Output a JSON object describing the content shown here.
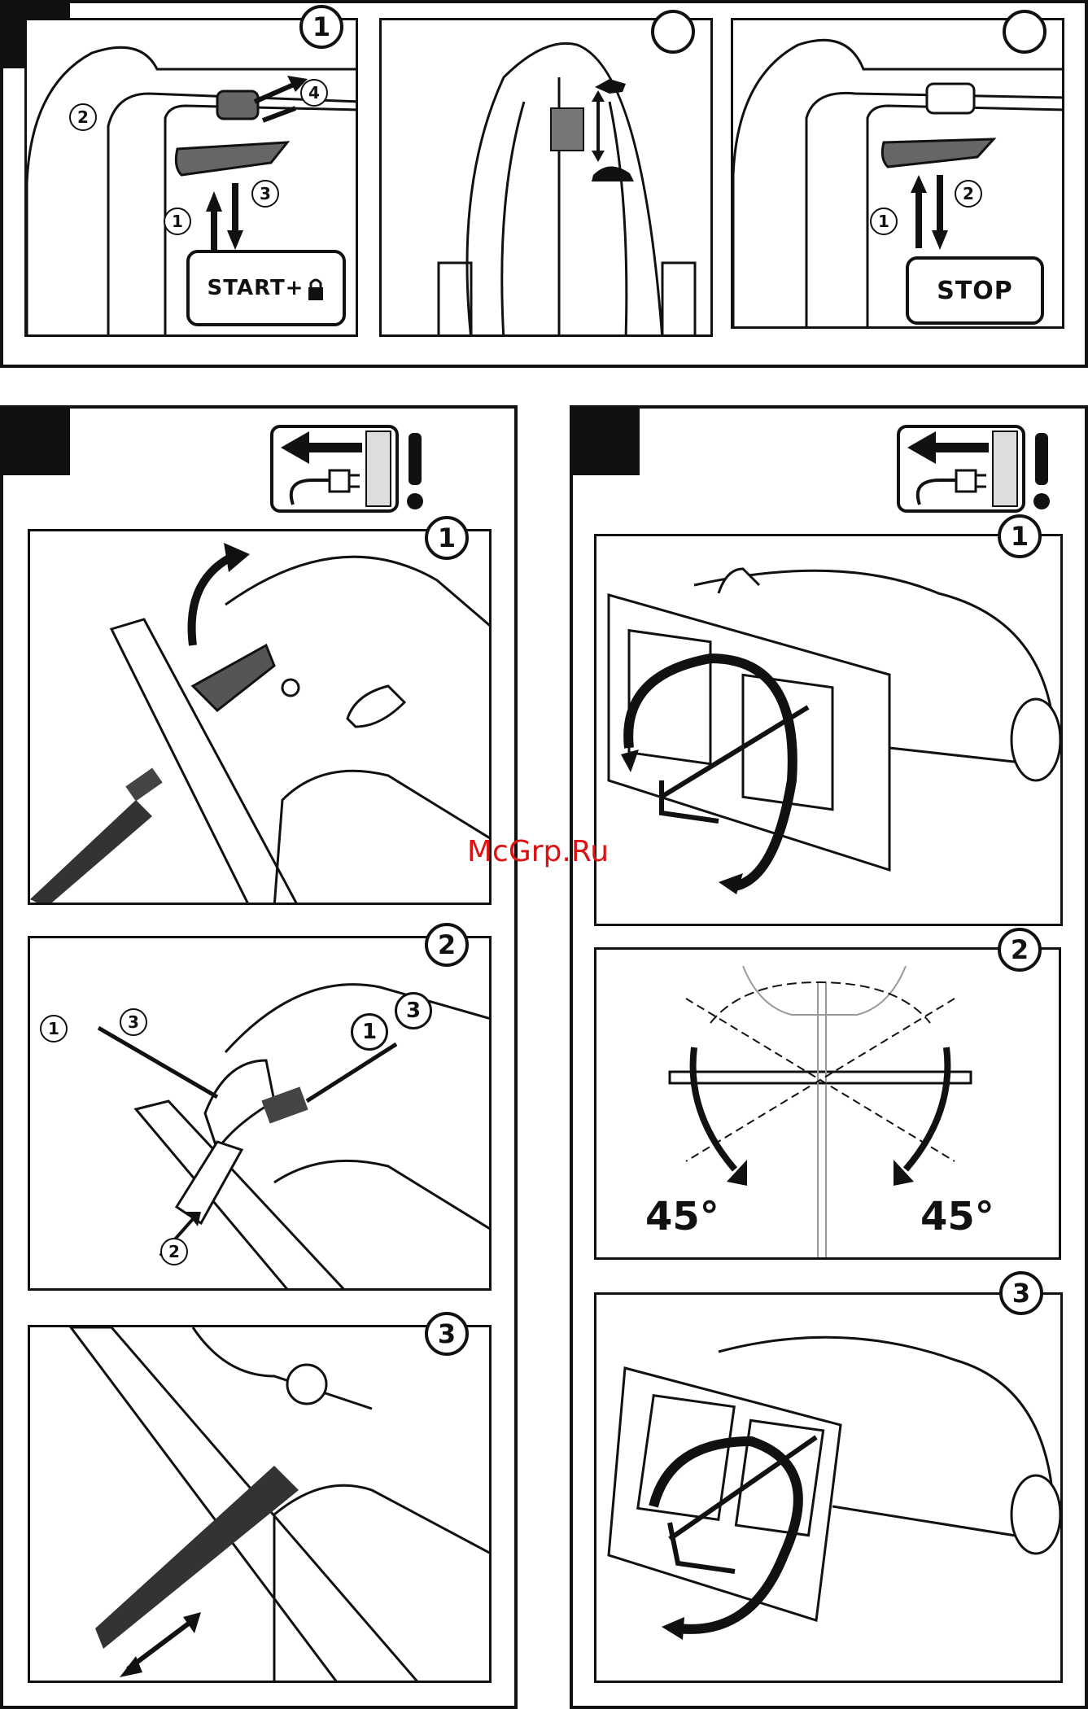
{
  "top": {
    "step1": "1",
    "labels": {
      "n1": "1",
      "n2": "2",
      "n3": "3",
      "n4": "4"
    },
    "start_button": "START+",
    "stop_button": "STOP",
    "stop_labels": {
      "n1": "1",
      "n2": "2"
    }
  },
  "left": {
    "panel1": {
      "num": "1"
    },
    "panel2": {
      "num": "2",
      "labels": {
        "a": "1",
        "b": "3",
        "c": "1",
        "d": "3",
        "e": "2"
      }
    },
    "panel3": {
      "num": "3"
    }
  },
  "right": {
    "panel1": {
      "num": "1"
    },
    "panel2": {
      "num": "2",
      "angle_left": "45°",
      "angle_right": "45°"
    },
    "panel3": {
      "num": "3"
    }
  },
  "watermark": "McGrp.Ru"
}
